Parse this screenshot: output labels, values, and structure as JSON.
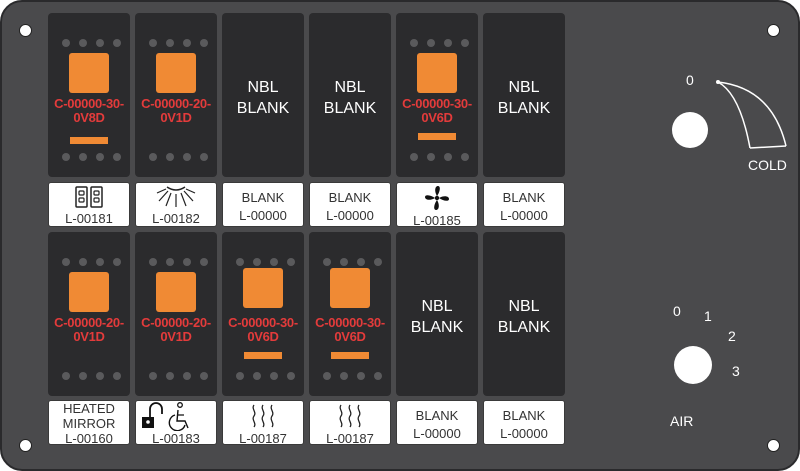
{
  "switches": [
    {
      "type": "rocker",
      "part": "C-00000-30-\n0V8D"
    },
    {
      "type": "rocker",
      "part": "C-00000-20-\n0V1D"
    },
    {
      "type": "blank",
      "text": "NBL\nBLANK"
    },
    {
      "type": "blank",
      "text": "NBL\nBLANK"
    },
    {
      "type": "rocker",
      "part": "C-00000-30-\n0V6D"
    },
    {
      "type": "blank",
      "text": "NBL\nBLANK"
    },
    {
      "type": "rocker",
      "part": "C-00000-20-\n0V1D"
    },
    {
      "type": "rocker",
      "part": "C-00000-20-\n0V1D"
    },
    {
      "type": "rocker",
      "part": "C-00000-30-\n0V6D"
    },
    {
      "type": "rocker",
      "part": "C-00000-30-\n0V6D"
    },
    {
      "type": "blank",
      "text": "NBL\nBLANK"
    },
    {
      "type": "blank",
      "text": "NBL\nBLANK"
    }
  ],
  "labels": [
    {
      "icon": "door-lock-icon",
      "code": "L-00181"
    },
    {
      "icon": "dome-light-icon",
      "code": "L-00182"
    },
    {
      "text": "BLANK",
      "code": "L-00000"
    },
    {
      "text": "BLANK",
      "code": "L-00000"
    },
    {
      "icon": "fan-icon",
      "code": "L-00185"
    },
    {
      "text": "BLANK",
      "code": "L-00000"
    },
    {
      "text": "HEATED\nMIRROR",
      "code": "L-00160"
    },
    {
      "icon": "wheelchair-lock-icon",
      "code": "L-00183"
    },
    {
      "icon": "heat-waves-icon",
      "code": "L-00187"
    },
    {
      "icon": "heat-waves-icon",
      "code": "L-00187"
    },
    {
      "text": "BLANK",
      "code": "L-00000"
    },
    {
      "text": "BLANK",
      "code": "L-00000"
    }
  ],
  "temperature_control": {
    "zero_label": "0",
    "cold_label": "COLD"
  },
  "air_control": {
    "positions": [
      "0",
      "1",
      "2",
      "3"
    ],
    "label": "AIR"
  },
  "colors": {
    "panel": "#4a4a4c",
    "switch": "#2b2b2d",
    "pad": "#f08a34",
    "part_number": "#e33b3b"
  }
}
